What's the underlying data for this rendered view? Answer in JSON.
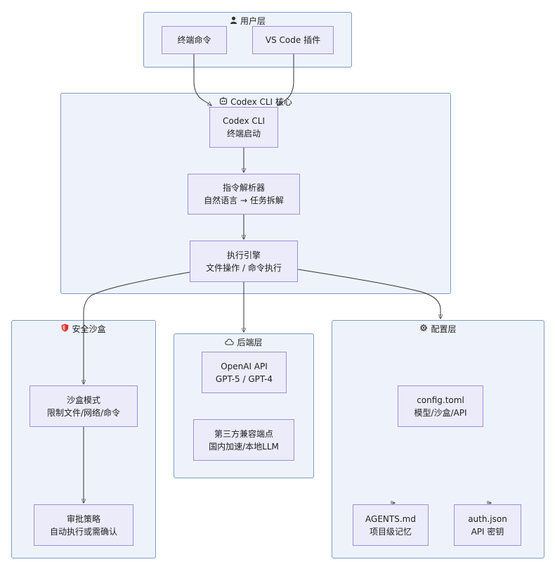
{
  "groups": {
    "user": {
      "icon": "person-icon",
      "title": "用户层"
    },
    "core": {
      "icon": "robot-icon",
      "title": "Codex CLI 核心"
    },
    "sandbox": {
      "icon": "shield-icon",
      "title": "安全沙盒"
    },
    "backend": {
      "icon": "cloud-icon",
      "title": "后端层"
    },
    "config": {
      "icon": "gear-icon",
      "title": "配置层"
    }
  },
  "nodes": {
    "terminal": {
      "line1": "终端命令"
    },
    "vscode": {
      "line1": "VS Code 插件"
    },
    "codex_cli": {
      "line1": "Codex CLI",
      "line2": "终端启动"
    },
    "parser": {
      "line1": "指令解析器",
      "line2": "自然语言 → 任务拆解"
    },
    "engine": {
      "line1": "执行引擎",
      "line2": "文件操作 / 命令执行"
    },
    "sandbox_mode": {
      "line1": "沙盒模式",
      "line2": "限制文件/网络/命令"
    },
    "approval": {
      "line1": "审批策略",
      "line2": "自动执行或需确认"
    },
    "openai": {
      "line1": "OpenAI API",
      "line2": "GPT-5 / GPT-4"
    },
    "third_party": {
      "line1": "第三方兼容端点",
      "line2": "国内加速/本地LLM"
    },
    "config_toml": {
      "line1": "config.toml",
      "line2": "模型/沙盒/API"
    },
    "agents_md": {
      "line1": "AGENTS.md",
      "line2": "项目级记忆"
    },
    "auth_json": {
      "line1": "auth.json",
      "line2": "API 密钥"
    }
  },
  "edges": [
    {
      "from": "terminal",
      "to": "codex_cli"
    },
    {
      "from": "vscode",
      "to": "codex_cli"
    },
    {
      "from": "codex_cli",
      "to": "parser"
    },
    {
      "from": "parser",
      "to": "engine"
    },
    {
      "from": "engine",
      "to": "sandbox_mode"
    },
    {
      "from": "engine",
      "to": "backend"
    },
    {
      "from": "engine",
      "to": "config"
    },
    {
      "from": "sandbox_mode",
      "to": "approval"
    }
  ]
}
